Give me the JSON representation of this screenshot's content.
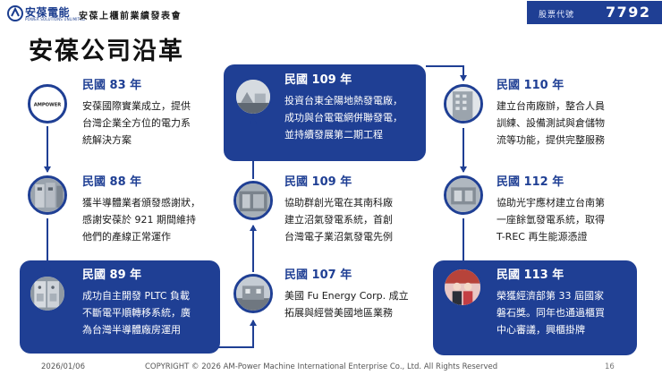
{
  "header": {
    "logo_name": "安葆電能",
    "logo_tagline": "POWER SOLUTIONS UNLIMITED",
    "event_title": "安葆上櫃前業績發表會",
    "stock_label": "股票代號",
    "stock_code": "7792"
  },
  "page_title": "安葆公司沿革",
  "milestones": [
    {
      "year": "民國 83 年",
      "text": "安葆國際實業成立，提供\n台灣企業全方位的電力系\n統解決方案",
      "icon": "ampower-logo-icon"
    },
    {
      "year": "民國 88 年",
      "text": "獲半導體業者頒發感謝狀，\n感謝安葆於 921 期間維持\n他們的產線正常運作",
      "icon": "electrical-cabinet-photo-icon"
    },
    {
      "year": "民國 89 年",
      "text": "成功自主開發 PLTC 負載\n不斷電平順轉移系統，廣\n為台灣半導體廠房運用",
      "icon": "switchgear-photo-icon"
    },
    {
      "year": "民國 107 年",
      "text": "美國 Fu Energy Corp. 成立\n拓展與經營美國地區業務",
      "icon": "us-office-photo-icon"
    },
    {
      "year": "民國 109 年",
      "text": "協助群創光電在其南科廠\n建立沼氣發電系統，首創\n台灣電子業沼氣發電先例",
      "icon": "biogas-plant-photo-icon"
    },
    {
      "year": "民國 109 年",
      "text": "投資台東全陽地熱發電廠，\n成功與台電電網併聯發電，\n並持續發展第二期工程",
      "icon": "geothermal-plant-photo-icon"
    },
    {
      "year": "民國 110 年",
      "text": "建立台南廠辦，整合人員\n訓練、設備測試與倉儲物\n流等功能，提供完整服務",
      "icon": "tainan-building-photo-icon"
    },
    {
      "year": "民國 112 年",
      "text": "協助光宇應材建立台南第\n一座餘氫發電系統，取得\nT-REC 再生能源憑證",
      "icon": "hydrogen-generator-photo-icon"
    },
    {
      "year": "民國 113 年",
      "text": "榮獲經濟部第 33 屆國家\n磐石獎。同年也通過櫃買\n中心審議，興櫃掛牌",
      "icon": "award-ceremony-photo-icon"
    }
  ],
  "logo_badge_text": "AMPOWER",
  "footer": {
    "date": "2026/01/06",
    "copyright": "COPYRIGHT © 2026 AM-Power Machine International Enterprise Co., Ltd. All Rights Reserved",
    "page": "16"
  },
  "colors": {
    "brand": "#1f3f94",
    "box": "#1f3f94",
    "text": "#1a1a1a"
  }
}
